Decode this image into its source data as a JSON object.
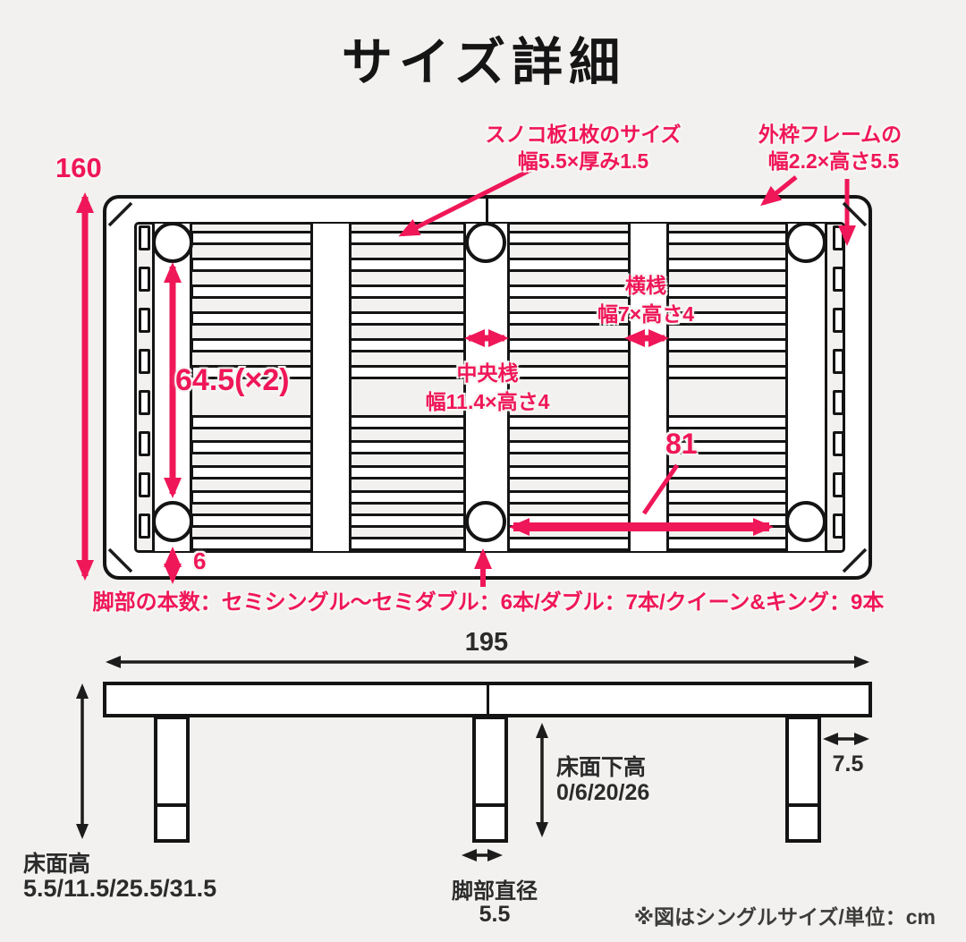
{
  "title": "サイズ詳細",
  "colors": {
    "accent": "#ef1758",
    "ink": "#1c1c1c",
    "background": "#f2f1ef"
  },
  "top_view": {
    "total_length": "160",
    "half_slat_length": "64.5(×2)",
    "slat_board_label_line1": "スノコ板1枚のサイズ",
    "slat_board_label_line2": "幅5.5×厚み1.5",
    "outer_frame_label_line1": "外枠フレームの",
    "outer_frame_label_line2": "幅2.2×高さ5.5",
    "center_rail_name": "中央桟",
    "center_rail_size": "幅11.4×高さ4",
    "cross_rail_name": "横桟",
    "cross_rail_size": "幅7×高さ4",
    "leg_pitch": "81",
    "leg_edge_offset": "6",
    "legs_count_note": "脚部の本数：セミシングル〜セミダブル：6本/ダブル：7本/クイーン&キング：9本"
  },
  "side_view": {
    "total_width": "195",
    "clearance_label": "床面下高",
    "clearance_values": "0/6/20/26",
    "side_overhang": "7.5",
    "floor_height_label": "床面高",
    "floor_height_values": "5.5/11.5/25.5/31.5",
    "leg_diameter_label": "脚部直径",
    "leg_diameter_value": "5.5",
    "footnote": "※図はシングルサイズ/単位：cm"
  }
}
